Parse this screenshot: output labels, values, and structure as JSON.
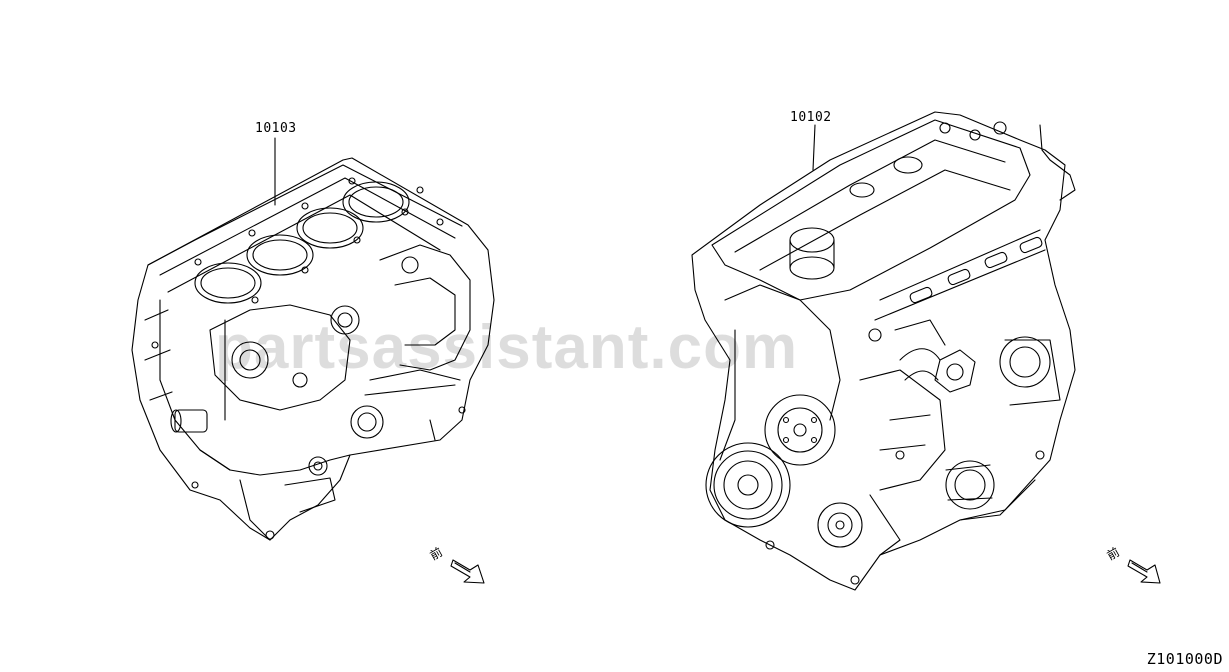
{
  "parts": {
    "block_ref": "10103",
    "engine_ref": "10102"
  },
  "watermark": "partsassistant.com",
  "front_markers": [
    "前",
    "前"
  ],
  "diagram_id": "Z101000D",
  "colors": {
    "line": "#000000",
    "background": "#ffffff"
  }
}
